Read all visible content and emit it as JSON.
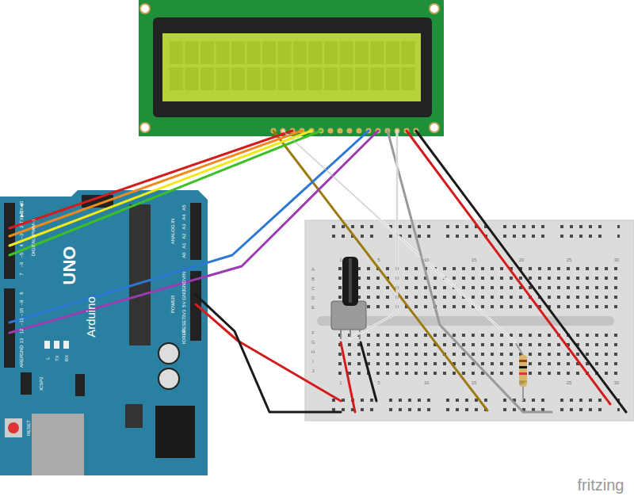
{
  "diagram": {
    "labels": [
      "RX◀0",
      "TX▶1",
      "2",
      "~3",
      "4",
      "~5",
      "~6",
      "7",
      "8",
      "~9",
      "~10",
      "~11",
      "12",
      "13",
      "GND",
      "AREF",
      "A5",
      "A4",
      "A3",
      "A2",
      "A1",
      "A0",
      "VIN",
      "GND",
      "GND",
      "5V",
      "3V3",
      "RESET",
      "IOREF",
      "DIGITAL (PWM~)",
      "UNO",
      "Arduino",
      "ANALOG IN",
      "POWER",
      "L",
      "TX",
      "RX",
      "ICSP2",
      "RESET",
      "A",
      "B",
      "C",
      "D",
      "E",
      "F",
      "G",
      "H",
      "I",
      "J",
      "1",
      "5",
      "10",
      "15",
      "20",
      "25",
      "30",
      "1",
      "5",
      "10",
      "15",
      "20",
      "25",
      "30",
      "fritzing"
    ]
  }
}
